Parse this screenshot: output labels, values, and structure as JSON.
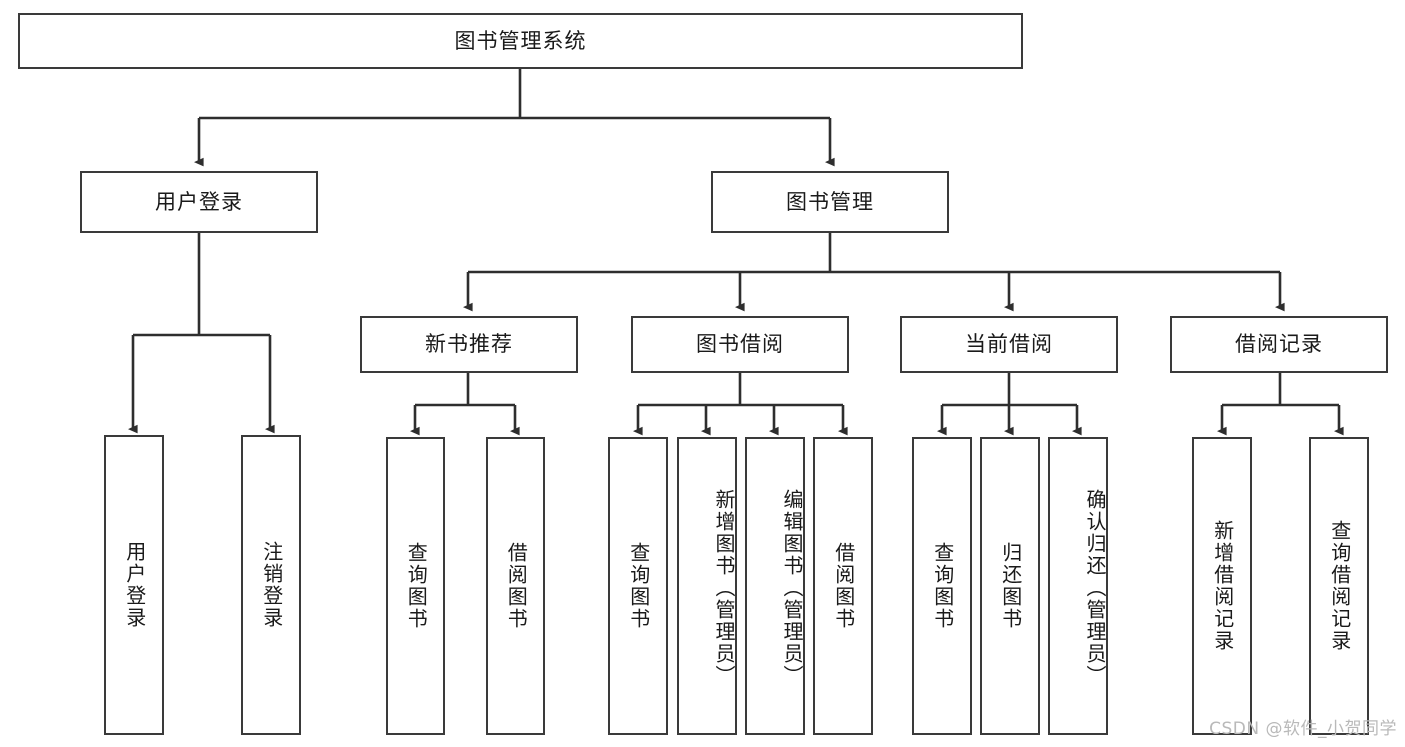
{
  "diagram": {
    "type": "hierarchy-tree",
    "title": "图书管理系统",
    "watermark": "CSDN @软件_小贺同学",
    "colors": {
      "stroke": "#3a3a3a",
      "node_fill": "#ffffff",
      "text": "#1a1a1a",
      "watermark": "#b9b9b9",
      "background": "#ffffff"
    },
    "root": {
      "label": "图书管理系统"
    },
    "level2": [
      {
        "label": "用户登录"
      },
      {
        "label": "图书管理"
      }
    ],
    "level3": [
      {
        "label": "新书推荐"
      },
      {
        "label": "图书借阅"
      },
      {
        "label": "当前借阅"
      },
      {
        "label": "借阅记录"
      }
    ],
    "leaves": {
      "user_login": [
        {
          "label": "用户登录"
        },
        {
          "label": "注销登录"
        }
      ],
      "new_book_recommend": [
        {
          "label": "查询图书"
        },
        {
          "label": "借阅图书"
        }
      ],
      "book_borrow": [
        {
          "label": "查询图书"
        },
        {
          "label": "新增图书（管理员）"
        },
        {
          "label": "编辑图书（管理员）"
        },
        {
          "label": "借阅图书"
        }
      ],
      "current_borrow": [
        {
          "label": "查询图书"
        },
        {
          "label": "归还图书"
        },
        {
          "label": "确认归还（管理员）"
        }
      ],
      "borrow_record": [
        {
          "label": "新增借阅记录"
        },
        {
          "label": "查询借阅记录"
        }
      ]
    }
  }
}
